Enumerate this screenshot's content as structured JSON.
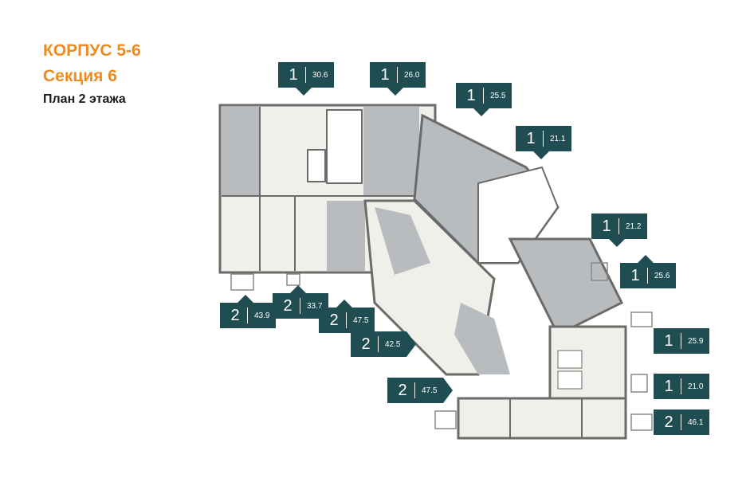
{
  "header": {
    "building": "КОРПУС 5-6",
    "section": "Секция 6",
    "floor_plan": "План 2 этажа"
  },
  "colors": {
    "title_orange": "#ef8a1e",
    "badge_teal": "#1f4d52",
    "apartment_gray": "#b9bcbf",
    "apartment_light": "#f0efe9",
    "wall": "#6b6b6b"
  },
  "apartments": [
    {
      "rooms": "1",
      "area": "30.6"
    },
    {
      "rooms": "1",
      "area": "26.0"
    },
    {
      "rooms": "1",
      "area": "25.5"
    },
    {
      "rooms": "1",
      "area": "21.1"
    },
    {
      "rooms": "1",
      "area": "21.2"
    },
    {
      "rooms": "1",
      "area": "25.6"
    },
    {
      "rooms": "1",
      "area": "25.9"
    },
    {
      "rooms": "1",
      "area": "21.0"
    },
    {
      "rooms": "2",
      "area": "46.1"
    },
    {
      "rooms": "2",
      "area": "47.5"
    },
    {
      "rooms": "2",
      "area": "42.5"
    },
    {
      "rooms": "2",
      "area": "47.5"
    },
    {
      "rooms": "2",
      "area": "33.7"
    },
    {
      "rooms": "2",
      "area": "43.9"
    }
  ]
}
